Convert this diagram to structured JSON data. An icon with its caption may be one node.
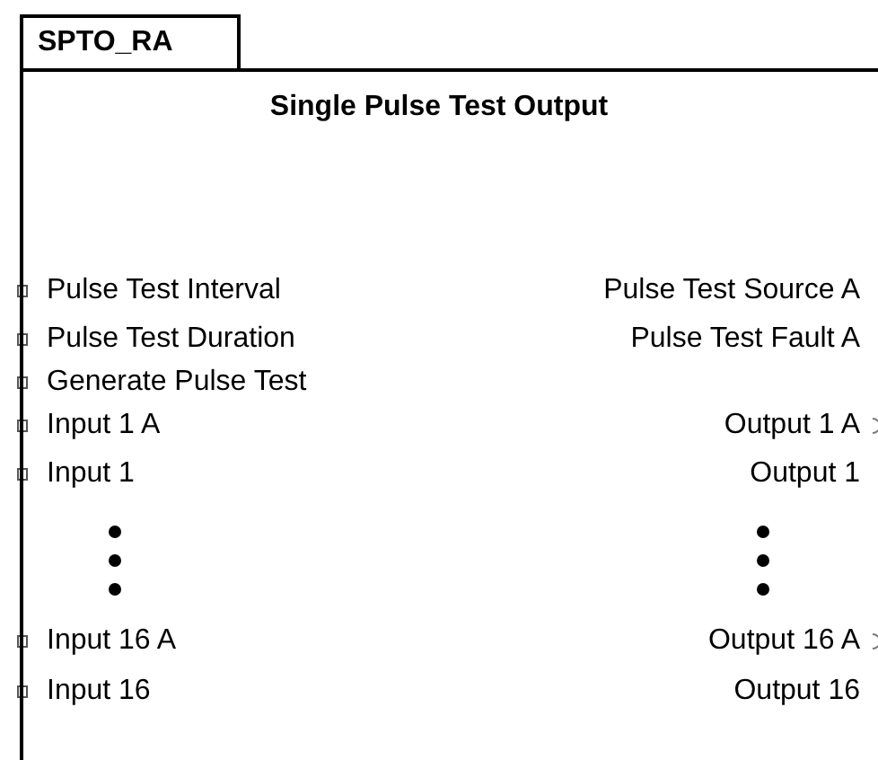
{
  "diagram": {
    "nodes": [
      {
        "text": [
          "SPTO_RA",
          "Single Pulse Test Output"
        ]
      }
    ],
    "labels": [
      "Pulse Test Interval",
      "Pulse Test Source A",
      "Pulse Test Duration",
      "Pulse Test Fault A",
      "Generate Pulse Test",
      "Input 1 A",
      "Output 1 A",
      "Input 1",
      "Output 1",
      "Input 16 A",
      "Output 16 A",
      "Input 16",
      "Output 16"
    ]
  }
}
